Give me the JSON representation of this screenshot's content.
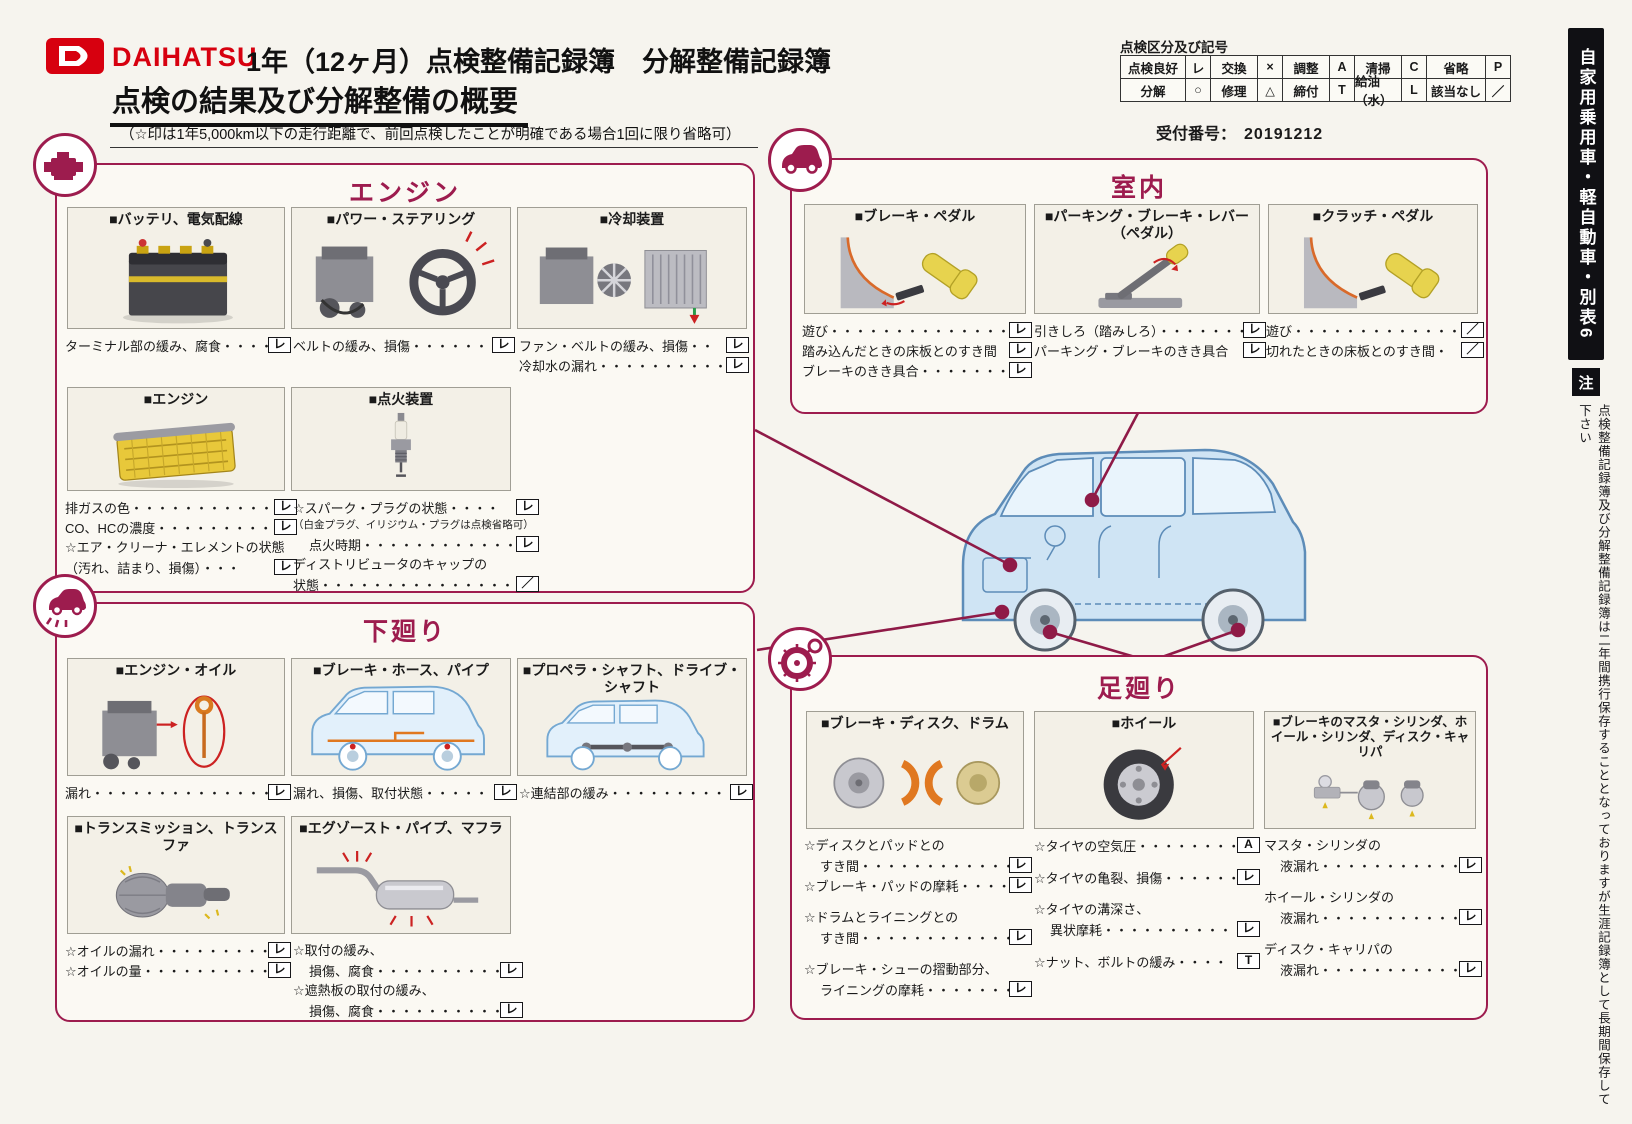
{
  "colors": {
    "maroon": "#9d1c4e",
    "brand_red": "#d7000f",
    "paper": "#f6f4ee",
    "car_blue": "#cfe4f4"
  },
  "page": {
    "brand": "DAIHATSU",
    "title": "1年（12ヶ月）点検整備記録簿　分解整備記録簿",
    "subtitle": "点検の結果及び分解整備の概要",
    "note": "（☆印は1年5,000km以下の走行距離で、前回点検したことが明確である場合1回に限り省略可）"
  },
  "legend": {
    "title": "点検区分及び記号",
    "cells": [
      {
        "label": "点検良好",
        "mark": "レ"
      },
      {
        "label": "交換",
        "mark": "×"
      },
      {
        "label": "調整",
        "mark": "A"
      },
      {
        "label": "清掃",
        "mark": "C"
      },
      {
        "label": "省略",
        "mark": "P"
      },
      {
        "label": "分解",
        "mark": "○"
      },
      {
        "label": "修理",
        "mark": "△"
      },
      {
        "label": "締付",
        "mark": "T"
      },
      {
        "label": "給油（水）",
        "mark": "L"
      },
      {
        "label": "該当なし",
        "mark": "／"
      }
    ]
  },
  "receipt": {
    "label": "受付番号：",
    "value": "20191212"
  },
  "side": {
    "tab": "自家用乗用車・軽自動車・別表6",
    "note_mark": "注",
    "note": "点検整備記録簿及び分解整備記録簿は二年間携行保存することとなっておりますが生涯記録簿として長期間保存して下さい"
  },
  "sections": [
    {
      "title": "エンジン",
      "icon": "engine-icon",
      "groups": [
        {
          "title": "■バッテリ、電気配線",
          "illust": "battery-illustration",
          "items": [
            {
              "t": "ターミナル部の緩み、腐食・・・・",
              "m": "レ"
            }
          ]
        },
        {
          "title": "■パワー・ステアリング",
          "illust": "power-steering-illustration",
          "items": [
            {
              "t": "ベルトの緩み、損傷・・・・・・・・",
              "m": "レ"
            }
          ]
        },
        {
          "title": "■冷却装置",
          "illust": "cooling-illustration",
          "items": [
            {
              "t": "ファン・ベルトの緩み、損傷・・",
              "m": "レ"
            },
            {
              "t": "冷却水の漏れ・・・・・・・・・・・・",
              "m": "レ"
            }
          ]
        },
        {
          "title": "■エンジン",
          "illust": "air-cleaner-illustration",
          "items": [
            {
              "t": "排ガスの色・・・・・・・・・・・・・",
              "m": "レ"
            },
            {
              "t": "CO、HCの濃度・・・・・・・・・",
              "m": "レ"
            },
            {
              "t1": "☆エア・クリーナ・エレメントの状態",
              "t2": "（汚れ、詰まり、損傷）・・・",
              "m": "レ"
            }
          ]
        },
        {
          "title": "■点火装置",
          "illust": "spark-plug-illustration",
          "note": "（白金プラグ、イリジウム・プラグは点検省略可）",
          "items": [
            {
              "t": "☆スパーク・プラグの状態・・・・",
              "m": "レ"
            },
            {
              "t": "点火時期・・・・・・・・・・・・",
              "m": "レ"
            },
            {
              "t1": "ディストリビュータのキャップの",
              "t2": "状態・・・・・・・・・・・・・・・・・・",
              "m": "／"
            }
          ]
        }
      ]
    },
    {
      "title": "室内",
      "icon": "car-side-icon",
      "groups": [
        {
          "title": "■ブレーキ・ペダル",
          "illust": "brake-pedal-illustration",
          "items": [
            {
              "t": "遊び・・・・・・・・・・・・・・・・・・・",
              "m": "レ"
            },
            {
              "t": "踏み込んだときの床板とのすき間",
              "m": "レ"
            },
            {
              "t": "ブレーキのきき具合・・・・・・・・",
              "m": "レ"
            }
          ]
        },
        {
          "title": "■パーキング・ブレーキ・レバー（ペダル）",
          "illust": "parking-brake-illustration",
          "items": [
            {
              "t": "引きしろ（踏みしろ）・・・・・・・・",
              "m": "レ"
            },
            {
              "t": "パーキング・ブレーキのきき具合",
              "m": "レ"
            }
          ]
        },
        {
          "title": "■クラッチ・ペダル",
          "illust": "clutch-pedal-illustration",
          "items": [
            {
              "t": "遊び・・・・・・・・・・・・・・・・・・・",
              "m": "／"
            },
            {
              "t": "切れたときの床板とのすき間・",
              "m": "／"
            }
          ]
        }
      ]
    },
    {
      "title": "下廻り",
      "icon": "car-underside-icon",
      "groups": [
        {
          "title": "■エンジン・オイル",
          "illust": "engine-oil-illustration",
          "items": [
            {
              "t": "漏れ・・・・・・・・・・・・・・・・・・・",
              "m": "レ"
            }
          ]
        },
        {
          "title": "■ブレーキ・ホース、パイプ",
          "illust": "brake-hose-illustration",
          "items": [
            {
              "t": "漏れ、損傷、取付状態・・・・・",
              "m": "レ"
            }
          ]
        },
        {
          "title": "■プロペラ・シャフト、ドライブ・シャフト",
          "illust": "propeller-shaft-illustration",
          "items": [
            {
              "t": "☆連結部の緩み・・・・・・・・・・",
              "m": "レ"
            }
          ]
        },
        {
          "title": "■トランスミッション、トランスファ",
          "illust": "transmission-illustration",
          "items": [
            {
              "t": "☆オイルの漏れ・・・・・・・・・・・",
              "m": "レ"
            },
            {
              "t": "☆オイルの量・・・・・・・・・・・・・",
              "m": "レ"
            }
          ]
        },
        {
          "title": "■エグゾースト・パイプ、マフラ",
          "illust": "exhaust-illustration",
          "items": [
            {
              "t1": "☆取付の緩み、",
              "t2": "損傷、腐食・・・・・・・・・・・・",
              "m": "レ"
            },
            {
              "t1": "☆遮熱板の取付の緩み、",
              "t2": "損傷、腐食・・・・・・・・・・",
              "m": "レ"
            }
          ]
        }
      ]
    },
    {
      "title": "足廻り",
      "icon": "tire-icon",
      "groups": [
        {
          "title": "■ブレーキ・ディスク、ドラム",
          "illust": "brake-disc-drum-illustration",
          "items": [
            {
              "t1": "☆ディスクとパッドとの",
              "t2": "すき間・・・・・・・・・・・・・・・・",
              "m": "レ"
            },
            {
              "t": "☆ブレーキ・パッドの摩耗・・・・",
              "m": "レ"
            },
            {
              "t1": "☆ドラムとライニングとの",
              "t2": "すき間・・・・・・・・・・・・・・・・",
              "m": "レ"
            },
            {
              "t1": "☆ブレーキ・シューの摺動部分、",
              "t2": "ライニングの摩耗・・・・・・・・",
              "m": "レ"
            }
          ]
        },
        {
          "title": "■ホイール",
          "illust": "wheel-illustration",
          "items": [
            {
              "t": "☆タイヤの空気圧・・・・・・・・・",
              "m": "A"
            },
            {
              "t": "☆タイヤの亀裂、損傷・・・・・・",
              "m": "レ"
            },
            {
              "t1": "☆タイヤの溝深さ、",
              "t2": "異状摩耗・・・・・・・・・・・・・",
              "m": "レ"
            },
            {
              "t": "☆ナット、ボルトの緩み・・・・",
              "m": "T"
            }
          ]
        },
        {
          "title": "■ブレーキのマスタ・シリンダ、ホイール・シリンダ、ディスク・キャリパ",
          "illust": "master-cylinder-illustration",
          "items": [
            {
              "t1": "マスタ・シリンダの",
              "t2": "液漏れ・・・・・・・・・・・・・・・",
              "m": "レ"
            },
            {
              "t1": "ホイール・シリンダの",
              "t2": "液漏れ・・・・・・・・・・・・・・・",
              "m": "レ"
            },
            {
              "t1": "ディスク・キャリパの",
              "t2": "液漏れ・・・・・・・・・・・・・・・",
              "m": "レ"
            }
          ]
        }
      ]
    }
  ]
}
